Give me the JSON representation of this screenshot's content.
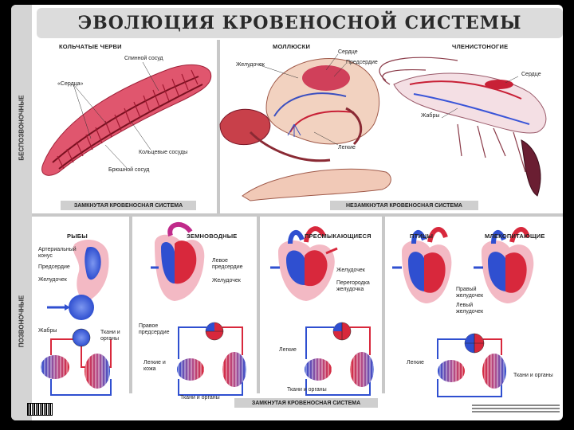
{
  "title": "ЭВОЛЮЦИЯ КРОВЕНОСНОЙ СИСТЕМЫ",
  "side": {
    "invertebrates": "БЕСПОЗВОНОЧНЫЕ",
    "vertebrates": "ПОЗВОНОЧНЫЕ"
  },
  "top": {
    "worms": {
      "header": "КОЛЬЧАТЫЕ ЧЕРВИ",
      "spinal_vessel": "Спинной сосуд",
      "hearts": "«Сердца»",
      "ring_vessels": "Кольцевые сосуды",
      "ventral_vessel": "Брюшной сосуд"
    },
    "molluscs": {
      "header": "МОЛЛЮСКИ",
      "ventricle": "Желудочек",
      "heart": "Сердце",
      "atrium": "Предсердие",
      "lungs": "Легкие"
    },
    "arthropods": {
      "header": "ЧЛЕНИСТОНОГИЕ",
      "heart": "Сердце",
      "gills": "Жабры"
    },
    "closed_band": "ЗАМКНУТАЯ КРОВЕНОСНАЯ СИСТЕМА",
    "open_band": "НЕЗАМКНУТАЯ КРОВЕНОСНАЯ СИСТЕМА"
  },
  "bottom": {
    "fish": {
      "header": "РЫБЫ",
      "arterial_cone": "Артериальный конус",
      "atrium": "Предсердие",
      "ventricle": "Желудочек",
      "gills": "Жабры",
      "tissues": "Ткани и органы"
    },
    "amphibians": {
      "header": "ЗЕМНОВОДНЫЕ",
      "left_atrium": "Левое предсердие",
      "ventricle": "Желудочек",
      "right_atrium": "Правое предсердие",
      "lungs_skin": "Легкие и кожа",
      "tissues": "Ткани и органы"
    },
    "reptiles": {
      "header": "ПРЕСМЫКАЮЩИЕСЯ",
      "ventricle": "Желудочек",
      "septum": "Перегородка желудочка",
      "lungs": "Легкие",
      "tissues": "Ткани и органы"
    },
    "birds": {
      "header": "ПТИЦЫ",
      "right_ventricle": "Правый желудочек",
      "left_ventricle": "Левый желудочек",
      "lungs": "Легкие"
    },
    "mammals": {
      "header": "МЛЕКОПИТАЮЩИЕ",
      "tissues": "Ткани и органы"
    },
    "closed_band": "ЗАМКНУТАЯ КРОВЕНОСНАЯ СИСТЕМА"
  },
  "colors": {
    "arterial": "#d8283c",
    "venous": "#2f4fd0",
    "tissue_pink": "#f3b9c4",
    "worm": "#e0566e",
    "panel_gray": "#d4d4d4",
    "band_gray": "#cfcfcf"
  }
}
